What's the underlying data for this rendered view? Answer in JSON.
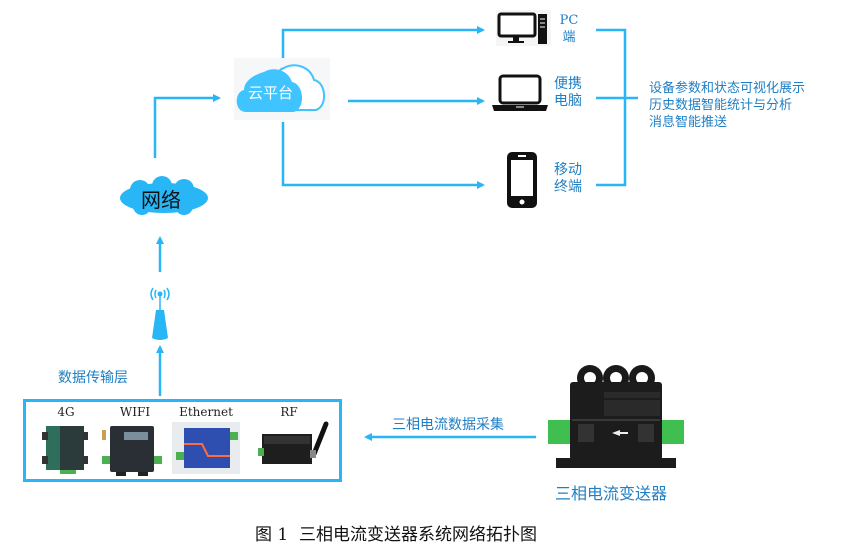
{
  "cloud_platform": {
    "label": "云平台"
  },
  "network": {
    "label": "网络"
  },
  "terminals": [
    {
      "id": "pc",
      "label_line1": "PC",
      "label_line2": "端",
      "icon": "desktop-computer-icon"
    },
    {
      "id": "laptop",
      "label_line1": "便携",
      "label_line2": "电脑",
      "icon": "laptop-icon"
    },
    {
      "id": "mobile",
      "label_line1": "移动",
      "label_line2": "终端",
      "icon": "smartphone-icon"
    }
  ],
  "features": [
    "设备参数和状态可视化展示",
    "历史数据智能统计与分析",
    "消息智能推送"
  ],
  "transmission_layer": {
    "label": "数据传输层",
    "modules": [
      {
        "label": "4G",
        "icon": "4g-dtu-module-icon"
      },
      {
        "label": "WIFI",
        "icon": "wifi-module-icon"
      },
      {
        "label": "Ethernet",
        "icon": "ethernet-serial-server-icon"
      },
      {
        "label": "RF",
        "icon": "rf-wireless-module-icon"
      }
    ]
  },
  "acquisition": {
    "label": "三相电流数据采集"
  },
  "transmitter": {
    "label": "三相电流变送器"
  },
  "caption": "图 1  三相电流变送器系统网络拓扑图",
  "colors": {
    "accent": "#29b6f6",
    "text_blue": "#1f7fc4",
    "cloud": "#40c4ff"
  }
}
